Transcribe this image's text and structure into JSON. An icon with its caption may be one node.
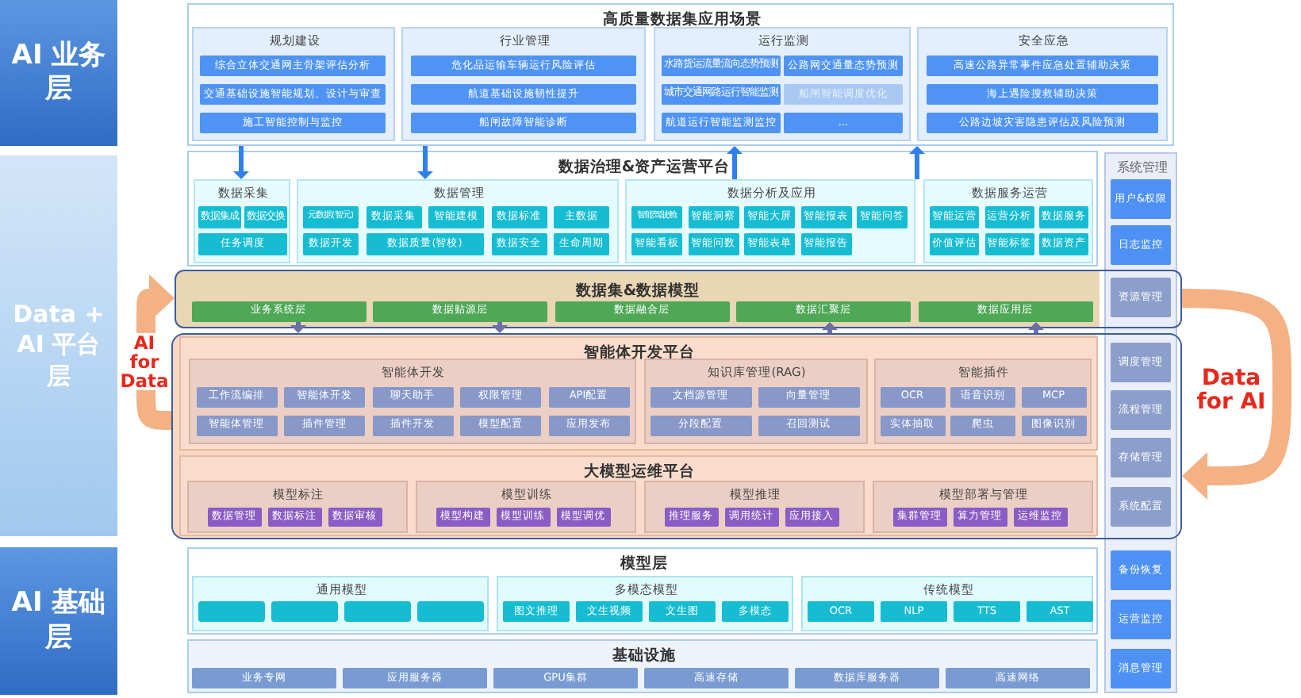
{
  "diagram": {
    "nodes": [
      {
        "text": [
          "AI 业务层"
        ]
      },
      {
        "text": [
          "Data + AI 平台层"
        ]
      },
      {
        "text": [
          "AI 基础层"
        ]
      },
      {
        "text": [
          "高质量数据集应用场景"
        ]
      },
      {
        "text": [
          "规划建设"
        ],
        "in": 3
      },
      {
        "text": [
          "综合立体交通网主骨架评估分析"
        ],
        "in": 4
      },
      {
        "text": [
          "交通基础设施智能规划、设计与审查"
        ],
        "in": 4
      },
      {
        "text": [
          "施工智能控制与监控"
        ],
        "in": 4
      },
      {
        "text": [
          "行业管理"
        ],
        "in": 3
      },
      {
        "text": [
          "危化品运输车辆运行风险评估"
        ],
        "in": 8
      },
      {
        "text": [
          "航道基础设施韧性提升"
        ],
        "in": 8
      },
      {
        "text": [
          "船闸故障智能诊断"
        ],
        "in": 8
      },
      {
        "text": [
          "运行监测"
        ],
        "in": 3
      },
      {
        "text": [
          "水路货运流量流向态势预测"
        ],
        "in": 12
      },
      {
        "text": [
          "公路网交通量态势预测"
        ],
        "in": 12
      },
      {
        "text": [
          "城市交通网路运行智能监测"
        ],
        "in": 12
      },
      {
        "text": [
          "船闸智能调度优化"
        ],
        "in": 12
      },
      {
        "text": [
          "航道运行智能监测监控"
        ],
        "in": 12
      },
      {
        "text": [
          "..."
        ],
        "in": 12
      },
      {
        "text": [
          "安全应急"
        ],
        "in": 3
      },
      {
        "text": [
          "高速公路异常事件应急处置辅助决策"
        ],
        "in": 19
      },
      {
        "text": [
          "海上遇险搜救辅助决策"
        ],
        "in": 19
      },
      {
        "text": [
          "公路边坡灾害隐患评估及风险预测"
        ],
        "in": 19
      },
      {
        "text": [
          "数据治理&资产运营平台"
        ]
      },
      {
        "text": [
          "数据采集"
        ],
        "in": 23
      },
      {
        "text": [
          "数据集成"
        ],
        "in": 24
      },
      {
        "text": [
          "数据交换"
        ],
        "in": 24
      },
      {
        "text": [
          "任务调度"
        ],
        "in": 24
      },
      {
        "text": [
          "数据管理"
        ],
        "in": 23
      },
      {
        "text": [
          "元数据(智元)"
        ],
        "in": 28
      },
      {
        "text": [
          "数据采集"
        ],
        "in": 28
      },
      {
        "text": [
          "智能建模"
        ],
        "in": 28
      },
      {
        "text": [
          "数据标准"
        ],
        "in": 28
      },
      {
        "text": [
          "主数据"
        ],
        "in": 28
      },
      {
        "text": [
          "数据开发"
        ],
        "in": 28
      },
      {
        "text": [
          "数据质量(智校)"
        ],
        "in": 28
      },
      {
        "text": [
          "数据安全"
        ],
        "in": 28
      },
      {
        "text": [
          "生命周期"
        ],
        "in": 28
      },
      {
        "text": [
          "数据分析及应用"
        ],
        "in": 23
      },
      {
        "text": [
          "智能驾驶舱"
        ],
        "in": 38
      },
      {
        "text": [
          "智能洞察"
        ],
        "in": 38
      },
      {
        "text": [
          "智能大屏"
        ],
        "in": 38
      },
      {
        "text": [
          "智能报表"
        ],
        "in": 38
      },
      {
        "text": [
          "智能问答"
        ],
        "in": 38
      },
      {
        "text": [
          "智能看板"
        ],
        "in": 38
      },
      {
        "text": [
          "智能问数"
        ],
        "in": 38
      },
      {
        "text": [
          "智能表单"
        ],
        "in": 38
      },
      {
        "text": [
          "智能报告"
        ],
        "in": 38
      },
      {
        "text": [
          "数据服务运营"
        ],
        "in": 23
      },
      {
        "text": [
          "智能运营"
        ],
        "in": 48
      },
      {
        "text": [
          "运营分析"
        ],
        "in": 48
      },
      {
        "text": [
          "数据服务"
        ],
        "in": 48
      },
      {
        "text": [
          "价值评估"
        ],
        "in": 48
      },
      {
        "text": [
          "智能标签"
        ],
        "in": 48
      },
      {
        "text": [
          "数据资产"
        ],
        "in": 48
      },
      {
        "text": [
          "系统管理"
        ]
      },
      {
        "text": [
          "用户&权限"
        ],
        "in": 55
      },
      {
        "text": [
          "日志监控"
        ],
        "in": 55
      },
      {
        "text": [
          "资源管理"
        ]
      },
      {
        "text": [
          "调度管理"
        ]
      },
      {
        "text": [
          "流程管理"
        ]
      },
      {
        "text": [
          "存储管理"
        ]
      },
      {
        "text": [
          "系统配置"
        ]
      },
      {
        "text": [
          "备份恢复"
        ],
        "in": 55
      },
      {
        "text": [
          "运营监控"
        ],
        "in": 55
      },
      {
        "text": [
          "消息管理"
        ],
        "in": 55
      },
      {
        "text": [
          "数据集&数据模型"
        ]
      },
      {
        "text": [
          "业务系统层"
        ],
        "in": 66
      },
      {
        "text": [
          "数据贴源层"
        ],
        "in": 66
      },
      {
        "text": [
          "数据融合层"
        ],
        "in": 66
      },
      {
        "text": [
          "数据汇聚层"
        ],
        "in": 66
      },
      {
        "text": [
          "数据应用层"
        ],
        "in": 66
      },
      {
        "text": [],
        "shape": "box"
      },
      {
        "text": [
          "智能体开发平台"
        ],
        "in": 72
      },
      {
        "text": [
          "智能体开发"
        ],
        "in": 73
      },
      {
        "text": [
          "工作流编排"
        ],
        "in": 74
      },
      {
        "text": [
          "智能体开发"
        ],
        "in": 74
      },
      {
        "text": [
          "聊天助手"
        ],
        "in": 74
      },
      {
        "text": [
          "权限管理"
        ],
        "in": 74
      },
      {
        "text": [
          "API配置"
        ],
        "in": 74
      },
      {
        "text": [
          "智能体管理"
        ],
        "in": 74
      },
      {
        "text": [
          "插件管理"
        ],
        "in": 74
      },
      {
        "text": [
          "插件开发"
        ],
        "in": 74
      },
      {
        "text": [
          "模型配置"
        ],
        "in": 74
      },
      {
        "text": [
          "应用发布"
        ],
        "in": 74
      },
      {
        "text": [
          "知识库管理(RAG)"
        ],
        "in": 73
      },
      {
        "text": [
          "文档源管理"
        ],
        "in": 85
      },
      {
        "text": [
          "向量管理"
        ],
        "in": 85
      },
      {
        "text": [
          "分段配置"
        ],
        "in": 85
      },
      {
        "text": [
          "召回测试"
        ],
        "in": 85
      },
      {
        "text": [
          "智能插件"
        ],
        "in": 73
      },
      {
        "text": [
          "OCR"
        ],
        "in": 90
      },
      {
        "text": [
          "语音识别"
        ],
        "in": 90
      },
      {
        "text": [
          "MCP"
        ],
        "in": 90
      },
      {
        "text": [
          "实体抽取"
        ],
        "in": 90
      },
      {
        "text": [
          "爬虫"
        ],
        "in": 90
      },
      {
        "text": [
          "图像识别"
        ],
        "in": 90
      },
      {
        "text": [
          "大模型运维平台"
        ],
        "in": 72
      },
      {
        "text": [
          "模型标注"
        ],
        "in": 97
      },
      {
        "text": [
          "数据管理"
        ],
        "in": 98
      },
      {
        "text": [
          "数据标注"
        ],
        "in": 98
      },
      {
        "text": [
          "数据审核"
        ],
        "in": 98
      },
      {
        "text": [
          "模型训练"
        ],
        "in": 97
      },
      {
        "text": [
          "模型构建"
        ],
        "in": 102
      },
      {
        "text": [
          "模型训练"
        ],
        "in": 102
      },
      {
        "text": [
          "模型调优"
        ],
        "in": 102
      },
      {
        "text": [
          "模型推理"
        ],
        "in": 97
      },
      {
        "text": [
          "推理服务"
        ],
        "in": 106
      },
      {
        "text": [
          "调用统计"
        ],
        "in": 106
      },
      {
        "text": [
          "应用接入"
        ],
        "in": 106
      },
      {
        "text": [
          "模型部署与管理"
        ],
        "in": 97
      },
      {
        "text": [
          "集群管理"
        ],
        "in": 110
      },
      {
        "text": [
          "算力管理"
        ],
        "in": 110
      },
      {
        "text": [
          "运维监控"
        ],
        "in": 110
      },
      {
        "text": [
          "模型层"
        ]
      },
      {
        "text": [
          "通用模型"
        ],
        "in": 114
      },
      {
        "text": [],
        "shape": "box",
        "in": 115
      },
      {
        "text": [],
        "shape": "box",
        "in": 115
      },
      {
        "text": [],
        "shape": "box",
        "in": 115
      },
      {
        "text": [],
        "shape": "box",
        "in": 115
      },
      {
        "text": [
          "多模态模型"
        ],
        "in": 114
      },
      {
        "text": [
          "图文推理"
        ],
        "in": 120
      },
      {
        "text": [
          "文生视频"
        ],
        "in": 120
      },
      {
        "text": [
          "文生图"
        ],
        "in": 120
      },
      {
        "text": [
          "多模态"
        ],
        "in": 120
      },
      {
        "text": [
          "传统模型"
        ],
        "in": 114
      },
      {
        "text": [
          "OCR"
        ],
        "in": 125
      },
      {
        "text": [
          "NLP"
        ],
        "in": 125
      },
      {
        "text": [
          "TTS"
        ],
        "in": 125
      },
      {
        "text": [
          "AST"
        ],
        "in": 125
      },
      {
        "text": [
          "基础设施"
        ]
      },
      {
        "text": [
          "业务专网"
        ],
        "in": 130
      },
      {
        "text": [
          "应用服务器"
        ],
        "in": 130
      },
      {
        "text": [
          "GPU集群"
        ],
        "in": 130
      },
      {
        "text": [
          "高速存储"
        ],
        "in": 130
      },
      {
        "text": [
          "数据库服务器"
        ],
        "in": 130
      },
      {
        "text": [
          "高速网络"
        ],
        "in": 130
      }
    ],
    "edges": [
      {
        "from": 3,
        "to": 24,
        "arrow": "to",
        "color": "#2f80ed"
      },
      {
        "from": 3,
        "to": 28,
        "arrow": "to",
        "color": "#2f80ed"
      },
      {
        "from": 38,
        "to": 3,
        "arrow": "to",
        "color": "#2f80ed"
      },
      {
        "from": 48,
        "to": 3,
        "arrow": "to",
        "color": "#2f80ed"
      },
      {
        "from": 67,
        "to": 72,
        "arrow": "to",
        "color": "#6b6fa6"
      },
      {
        "from": 68,
        "to": 72,
        "arrow": "to",
        "color": "#6b6fa6"
      },
      {
        "from": 72,
        "to": 70,
        "arrow": "to",
        "color": "#6b6fa6"
      },
      {
        "from": 72,
        "to": 71,
        "arrow": "to",
        "color": "#6b6fa6"
      },
      {
        "from": 66,
        "to": 72,
        "arrow": "to",
        "label": "Data for AI",
        "style": "thick",
        "color": "#f4b183"
      },
      {
        "from": 72,
        "to": 66,
        "arrow": "to",
        "label": "AI for Data",
        "style": "thick",
        "color": "#f4b183"
      }
    ]
  }
}
